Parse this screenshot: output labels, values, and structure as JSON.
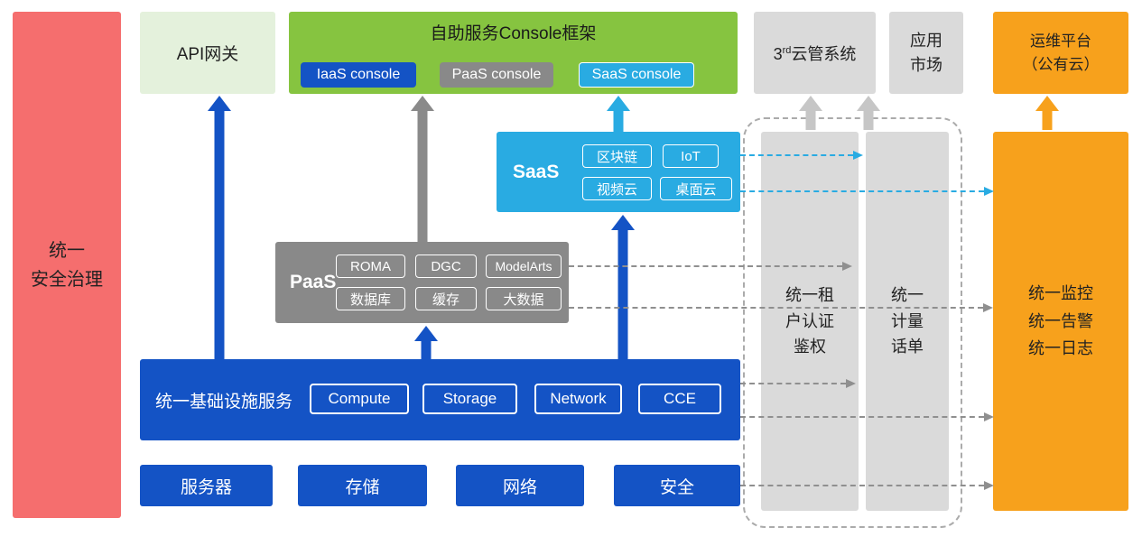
{
  "colors": {
    "blue": "#1453C5",
    "cyan": "#29ABE2",
    "gray": "#898989",
    "light_gray": "#DADADA",
    "green": "#86C440",
    "light_green": "#E4F1DC",
    "orange": "#F7A11C",
    "red": "#F56E6E"
  },
  "security_bar": {
    "label": "统一\n安全治理"
  },
  "api_gateway": {
    "label": "API网关"
  },
  "console_frame": {
    "title": "自助服务Console框架",
    "consoles": [
      {
        "label": "IaaS console"
      },
      {
        "label": "PaaS console"
      },
      {
        "label": "SaaS console"
      }
    ]
  },
  "third_party_cms": {
    "num": "3",
    "sup": "rd",
    "rest": "云管系统"
  },
  "app_market": {
    "label": "应用\n市场"
  },
  "ops_platform": {
    "label": "运维平台\n（公有云）"
  },
  "saas": {
    "label": "SaaS",
    "services": [
      "区块链",
      "IoT",
      "视频云",
      "桌面云"
    ]
  },
  "paas": {
    "label": "PaaS",
    "services": [
      "ROMA",
      "DGC",
      "ModelArts",
      "数据库",
      "缓存",
      "大数据"
    ]
  },
  "infrastructure": {
    "label": "统一基础设施服务",
    "services": [
      "Compute",
      "Storage",
      "Network",
      "CCE"
    ]
  },
  "hardware": [
    "服务器",
    "存储",
    "网络",
    "安全"
  ],
  "pillars": {
    "auth": "统一租\n户认证\n鉴权",
    "billing": "统一\n计量\n话单",
    "monitoring": "统一监控\n统一告警\n统一日志"
  }
}
